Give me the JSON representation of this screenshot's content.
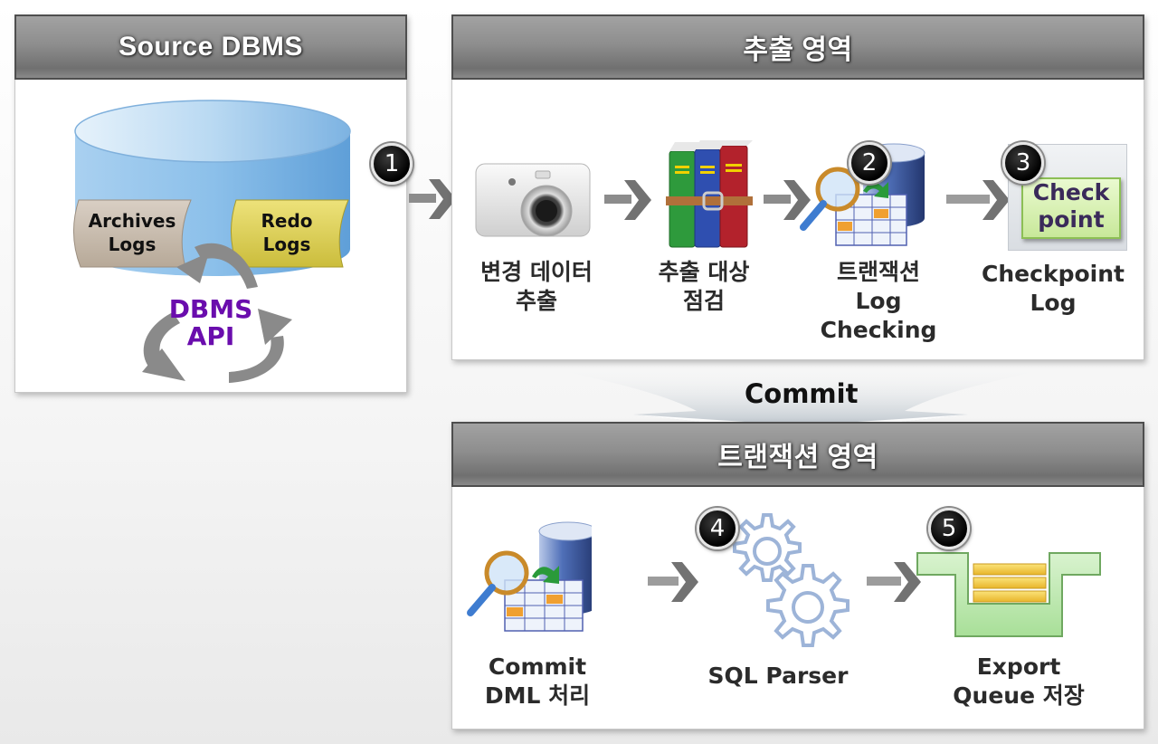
{
  "panels": {
    "source": {
      "title": "Source DBMS"
    },
    "extract": {
      "title": "추출 영역"
    },
    "transaction": {
      "title": "트랜잭션 영역"
    }
  },
  "source_dbms": {
    "archives_logs": [
      "Archives",
      "Logs"
    ],
    "redo_logs": [
      "Redo",
      "Logs"
    ],
    "dbms_api": [
      "DBMS",
      "API"
    ],
    "api_color": "#6a0dad"
  },
  "steps": {
    "badge1": "1",
    "badge2": "2",
    "badge3": "3",
    "badge4": "4",
    "badge5": "5"
  },
  "extract_items": [
    {
      "icon": "camera-icon",
      "lines": [
        "변경 데이터",
        "추출"
      ]
    },
    {
      "icon": "books-icon",
      "lines": [
        "추출 대상",
        "점검"
      ]
    },
    {
      "icon": "database-search-icon",
      "lines": [
        "트랜잭션",
        "Log",
        "Checking"
      ]
    },
    {
      "icon": "checkpoint-icon",
      "lines": [
        "Checkpoint",
        "Log"
      ],
      "icon_text": [
        "Check",
        "point"
      ]
    }
  ],
  "commit_label": "Commit",
  "transaction_items": [
    {
      "icon": "database-search-icon",
      "lines": [
        "Commit",
        "DML 처리"
      ]
    },
    {
      "icon": "gears-icon",
      "lines": [
        "SQL Parser"
      ]
    },
    {
      "icon": "queue-icon",
      "lines": [
        "Export",
        "Queue 저장"
      ]
    }
  ]
}
